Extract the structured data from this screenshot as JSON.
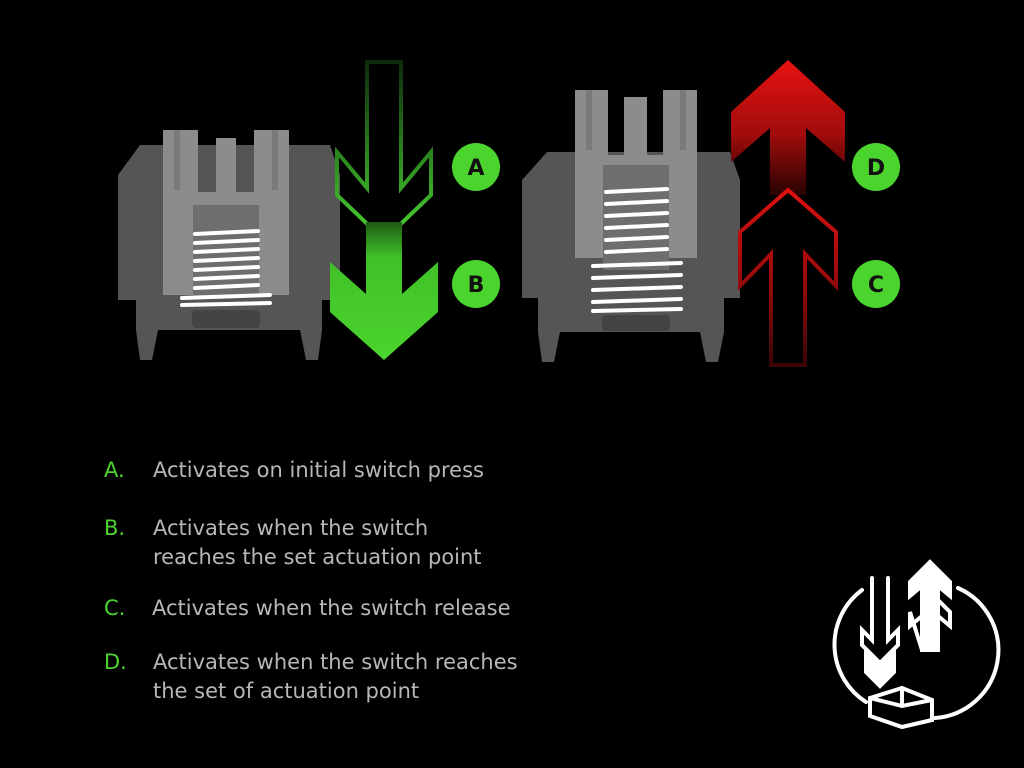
{
  "colors": {
    "background": "#000000",
    "accent_green": "#4cd42e",
    "accent_red": "#e01010",
    "switch_housing": "#555555",
    "switch_stem": "#8c8c8c",
    "legend_text": "#b7b7b7",
    "legend_letter": "#4cd42e"
  },
  "diagram": {
    "left_switch": {
      "badges": [
        {
          "label": "A",
          "color": "#4cd42e"
        },
        {
          "label": "B",
          "color": "#4cd42e"
        }
      ],
      "arrows": [
        {
          "direction": "down",
          "style": "outline",
          "color": "#4cd42e"
        },
        {
          "direction": "down",
          "style": "filled",
          "color": "#4cd42e"
        }
      ]
    },
    "right_switch": {
      "badges": [
        {
          "label": "D",
          "color": "#4cd42e"
        },
        {
          "label": "C",
          "color": "#4cd42e"
        }
      ],
      "arrows": [
        {
          "direction": "up",
          "style": "filled",
          "color": "#e01010"
        },
        {
          "direction": "up",
          "style": "outline",
          "color": "#e01010"
        }
      ]
    }
  },
  "legend": [
    {
      "letter": "A.",
      "text": "Activates on initial switch press"
    },
    {
      "letter": "B.",
      "text": "Activates when the switch",
      "text2": "reaches the set actuation point"
    },
    {
      "letter": "C.",
      "text": "Activates when the switch release"
    },
    {
      "letter": "D.",
      "text": "Activates when the switch reaches",
      "text2": "the set of actuation point"
    }
  ],
  "logo": {
    "icon": "rapid-trigger-icon",
    "color": "#ffffff"
  }
}
